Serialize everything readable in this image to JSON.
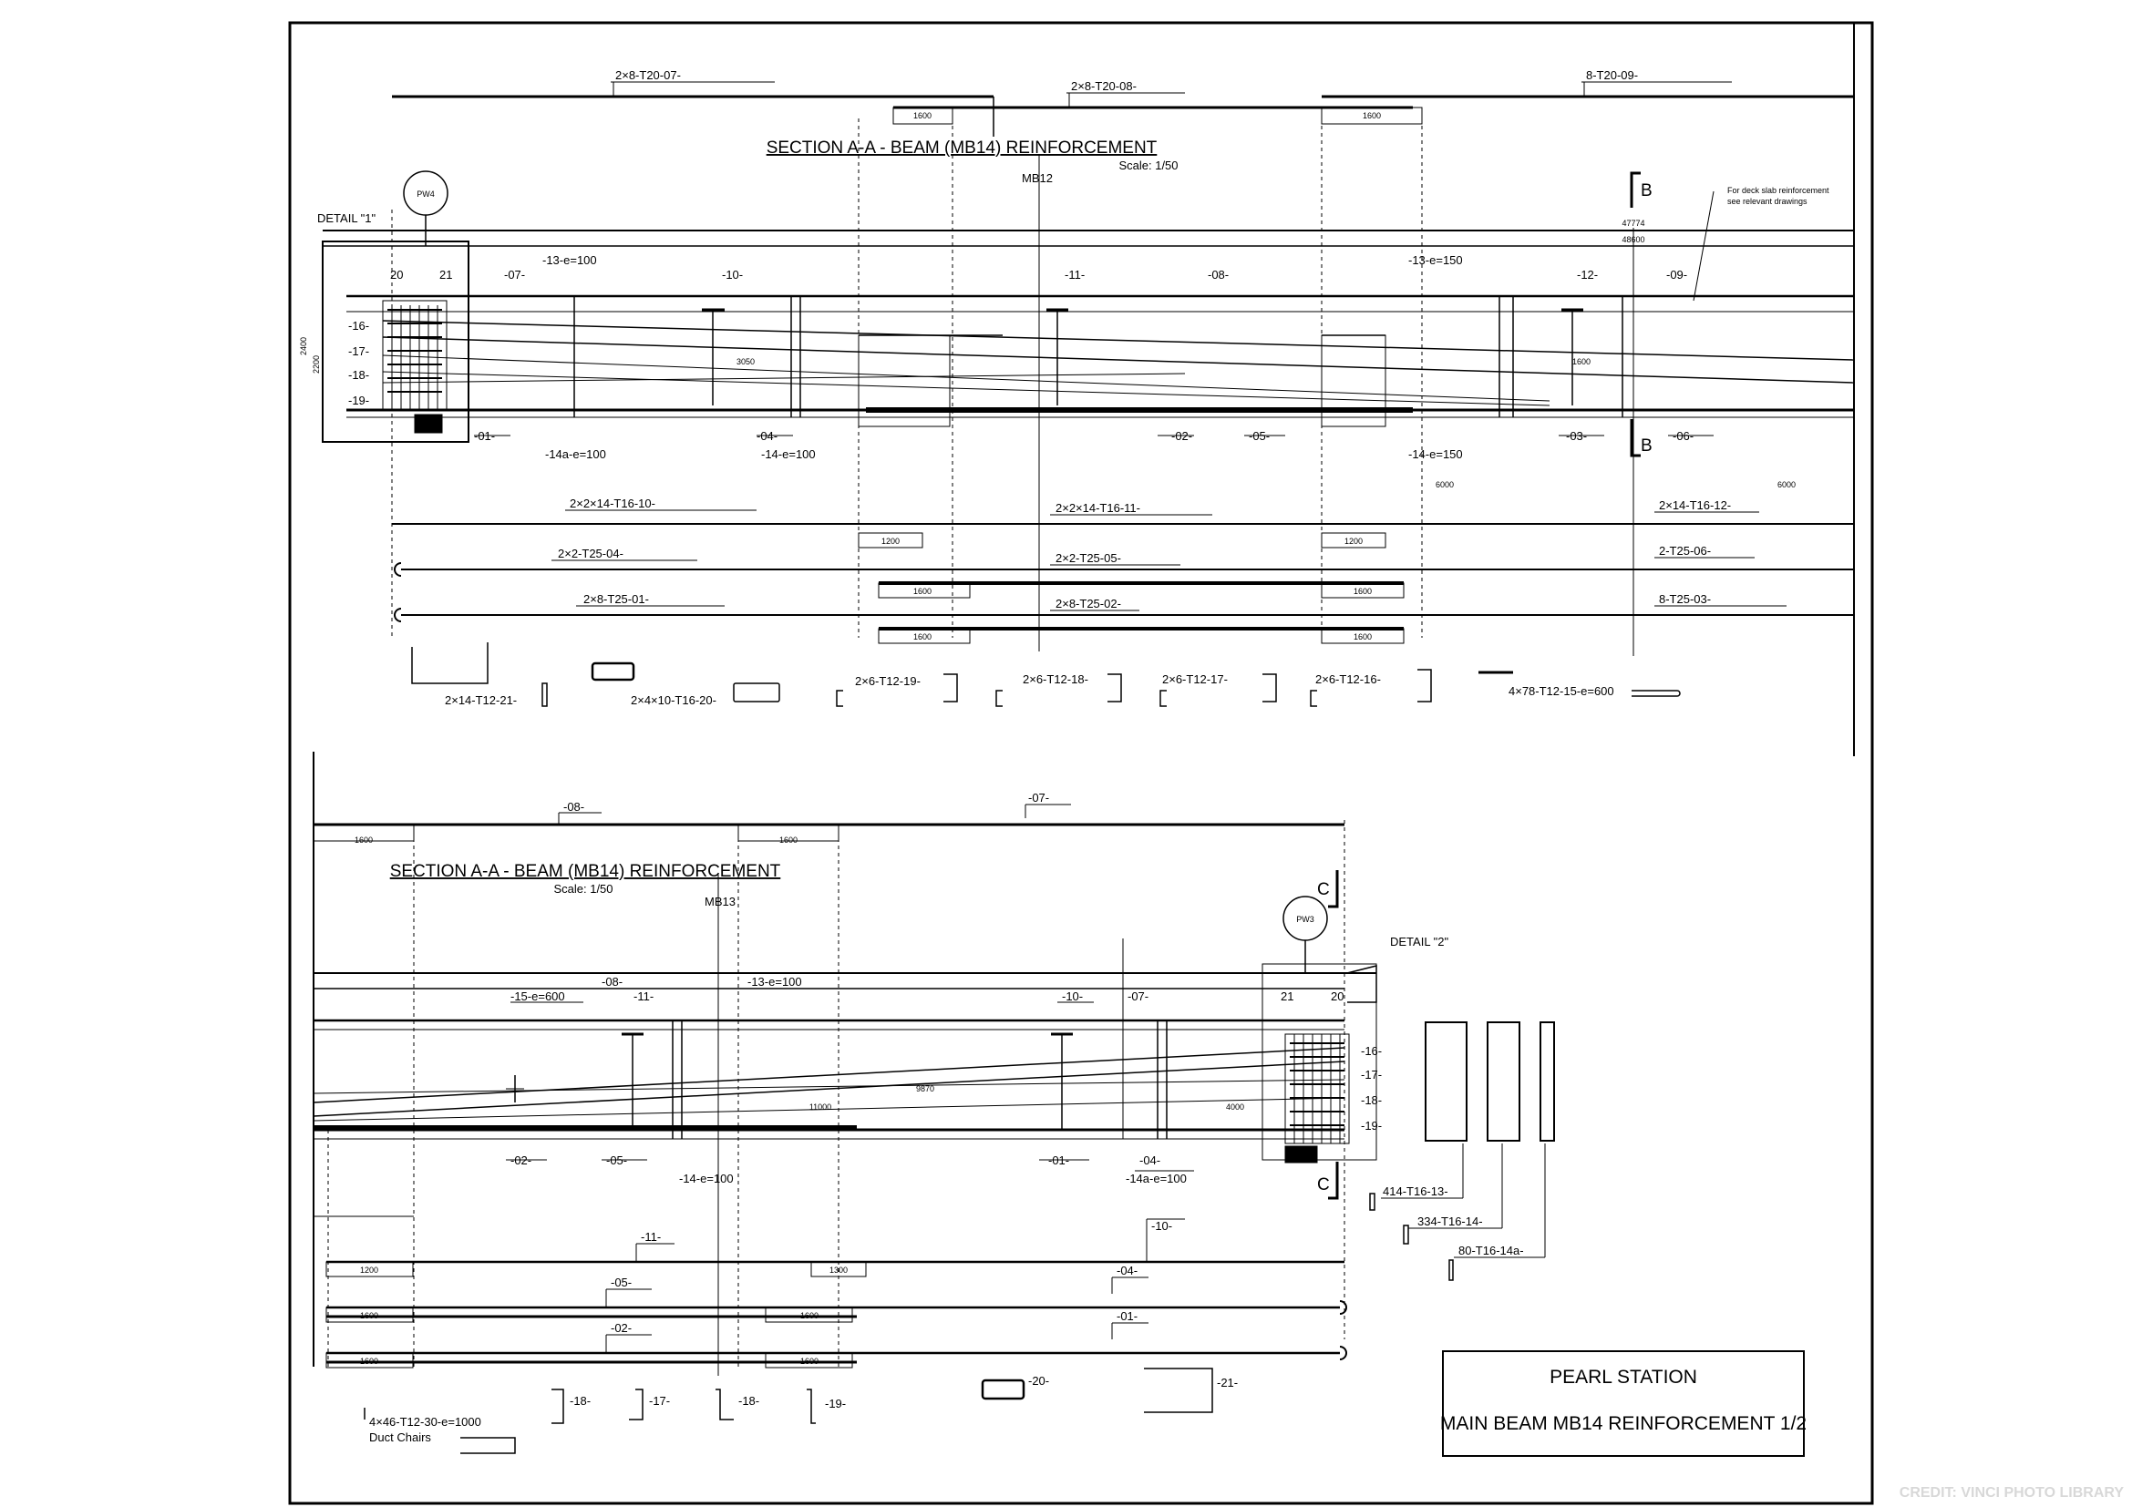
{
  "upper": {
    "title": "SECTION A-A - BEAM (MB14) REINFORCEMENT",
    "scale": "Scale: 1/50",
    "axis": "MB12",
    "pier": "PW4",
    "detail": "DETAIL \"1\"",
    "section_mark": "B",
    "note_line1": "For deck slab reinforcement",
    "note_line2": "see relevant drawings",
    "top_bars": [
      "2×8-T20-07-",
      "2×8-T20-08-",
      "8-T20-09-"
    ],
    "marks": [
      "20",
      "21",
      "-07-",
      "-13-e=100",
      "-10-",
      "-11-",
      "-08-",
      "-13-e=150",
      "-12-",
      "-09-",
      "-16-",
      "-17-",
      "-18-",
      "-19-",
      "-01-",
      "-14a-e=100",
      "-04-",
      "-14-e=100",
      "-02-",
      "-05-",
      "-14-e=150",
      "-03-",
      "-06-"
    ],
    "bar_schedule": [
      "2×2×14-T16-10-",
      "2×2×14-T16-11-",
      "2×14-T16-12-",
      "2×2-T25-04-",
      "2×2-T25-05-",
      "2-T25-06-",
      "2×8-T25-01-",
      "2×8-T25-02-",
      "8-T25-03-"
    ],
    "shapes": [
      "2×14-T12-21-",
      "2×4×10-T16-20-",
      "2×6-T12-19-",
      "2×6-T12-18-",
      "2×6-T12-17-",
      "2×6-T12-16-",
      "4×78-T12-15-e=600"
    ],
    "dims": [
      "1600",
      "1600",
      "1200",
      "1200",
      "1600",
      "1600",
      "1600",
      "1600",
      "6000",
      "6000",
      "2400",
      "2200",
      "47774",
      "48600",
      "1600",
      "3050"
    ]
  },
  "lower": {
    "title": "SECTION A-A - BEAM (MB14) REINFORCEMENT",
    "scale": "Scale: 1/50",
    "axis": "MB13",
    "pier": "PW3",
    "detail": "DETAIL \"2\"",
    "section_mark": "C",
    "top_bars": [
      "-08-",
      "-07-"
    ],
    "marks": [
      "-15-e=600",
      "-08-",
      "-11-",
      "-13-e=100",
      "-10-",
      "-07-",
      "21",
      "20",
      "-16-",
      "-17-",
      "-18-",
      "-19-",
      "-02-",
      "-05-",
      "-14-e=100",
      "-01-",
      "-04-",
      "-14a-e=100"
    ],
    "bar_schedule": [
      "-11-",
      "-10-",
      "-05-",
      "-04-",
      "-02-",
      "-01-"
    ],
    "stirrups": [
      "414-T16-13-",
      "334-T16-14-",
      "80-T16-14a-"
    ],
    "shapes": [
      "4×46-T12-30-e=1000",
      "Duct Chairs",
      "-18-",
      "-17-",
      "-18-",
      "-19-",
      "-20-",
      "-21-"
    ],
    "dims": [
      "1600",
      "1600",
      "1200",
      "1300",
      "1600",
      "1600",
      "1600",
      "1600",
      "9870",
      "4000",
      "11000"
    ]
  },
  "title_block": {
    "line1": "PEARL STATION",
    "line2": "MAIN BEAM MB14 REINFORCEMENT 1/2"
  },
  "credit": "CREDIT: VINCI PHOTO LIBRARY"
}
